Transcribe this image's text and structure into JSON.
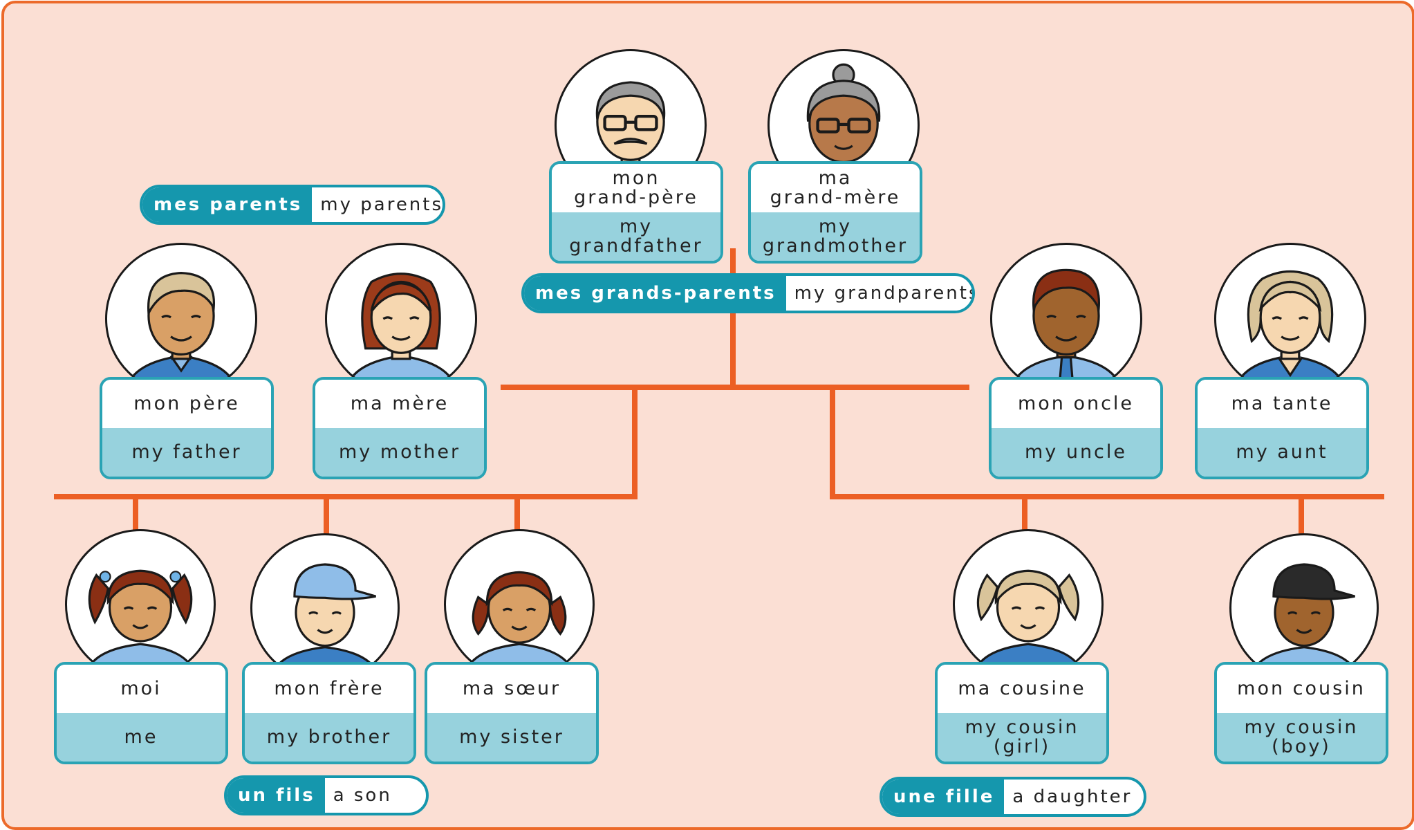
{
  "colors": {
    "background": "#fbdfd4",
    "border": "#ec6a2a",
    "tree_lines": "#ec5f24",
    "card_border": "#2aa3b4",
    "card_english": "#97d2dd",
    "pill_french": "#1597ad",
    "shirt": "#6fb3e6"
  },
  "members": {
    "grandfather": {
      "fr": "mon\ngrand-père",
      "en": "my\ngrandfather",
      "icon": "grandfather-face"
    },
    "grandmother": {
      "fr": "ma\ngrand-mère",
      "en": "my\ngrandmother",
      "icon": "grandmother-face"
    },
    "father": {
      "fr": "mon père",
      "en": "my father",
      "icon": "father-face"
    },
    "mother": {
      "fr": "ma mère",
      "en": "my mother",
      "icon": "mother-face"
    },
    "uncle": {
      "fr": "mon oncle",
      "en": "my uncle",
      "icon": "uncle-face"
    },
    "aunt": {
      "fr": "ma tante",
      "en": "my aunt",
      "icon": "aunt-face"
    },
    "me": {
      "fr": "moi",
      "en": "me",
      "icon": "girl-face"
    },
    "brother": {
      "fr": "mon frère",
      "en": "my brother",
      "icon": "boy-cap-face"
    },
    "sister": {
      "fr": "ma sœur",
      "en": "my sister",
      "icon": "girl-pigtails-face"
    },
    "cousin_girl": {
      "fr": "ma cousine",
      "en": "my cousin\n(girl)",
      "icon": "girl-blonde-face"
    },
    "cousin_boy": {
      "fr": "mon cousin",
      "en": "my cousin\n(boy)",
      "icon": "boy-black-cap-face"
    }
  },
  "pills": {
    "parents": {
      "fr": "mes parents",
      "en": "my parents"
    },
    "grandparents": {
      "fr": "mes grands-parents",
      "en": "my grandparents"
    },
    "son": {
      "fr": "un fils",
      "en": "a son"
    },
    "daughter": {
      "fr": "une fille",
      "en": "a daughter"
    }
  }
}
